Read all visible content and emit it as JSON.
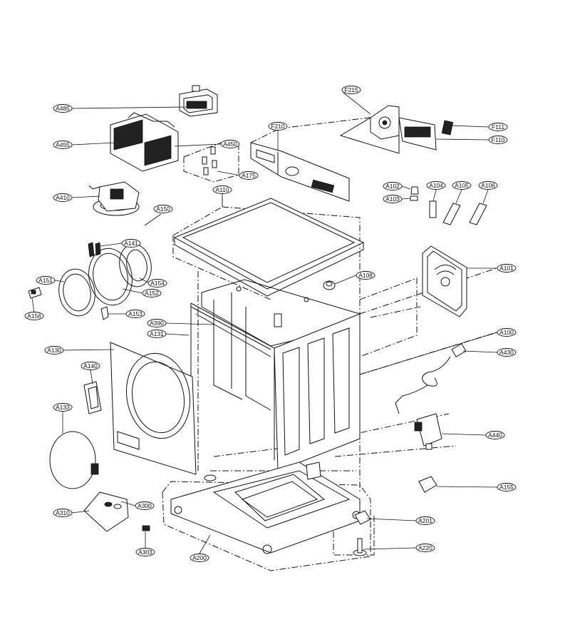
{
  "labels": [
    {
      "id": "A485",
      "text": "A485"
    },
    {
      "id": "A455",
      "text": "A455"
    },
    {
      "id": "A450",
      "text": "A450"
    },
    {
      "id": "A175",
      "text": "A175"
    },
    {
      "id": "A410",
      "text": "A410"
    },
    {
      "id": "A150",
      "text": "A150"
    },
    {
      "id": "A110",
      "text": "A110"
    },
    {
      "id": "A141",
      "text": "A141"
    },
    {
      "id": "A151",
      "text": "A151"
    },
    {
      "id": "A154",
      "text": "A154"
    },
    {
      "id": "A152",
      "text": "A152"
    },
    {
      "id": "A156",
      "text": "A156"
    },
    {
      "id": "A153",
      "text": "A153"
    },
    {
      "id": "A390",
      "text": "A390"
    },
    {
      "id": "A131",
      "text": "A131"
    },
    {
      "id": "A130",
      "text": "A130"
    },
    {
      "id": "A140",
      "text": "A140"
    },
    {
      "id": "A133",
      "text": "A133"
    },
    {
      "id": "A310",
      "text": "A310"
    },
    {
      "id": "A300",
      "text": "A300"
    },
    {
      "id": "A303",
      "text": "A303"
    },
    {
      "id": "A200",
      "text": "A200"
    },
    {
      "id": "F215",
      "text": "F215"
    },
    {
      "id": "F210",
      "text": "F210"
    },
    {
      "id": "F111",
      "text": "F111"
    },
    {
      "id": "F110",
      "text": "F110"
    },
    {
      "id": "A102",
      "text": "A102"
    },
    {
      "id": "A103",
      "text": "A103"
    },
    {
      "id": "A104",
      "text": "A104"
    },
    {
      "id": "A105",
      "text": "A105"
    },
    {
      "id": "A106",
      "text": "A106"
    },
    {
      "id": "A108",
      "text": "A108"
    },
    {
      "id": "A101",
      "text": "A101"
    },
    {
      "id": "A100",
      "text": "A100"
    },
    {
      "id": "A430",
      "text": "A430"
    },
    {
      "id": "A440",
      "text": "A440"
    },
    {
      "id": "A155",
      "text": "A155"
    },
    {
      "id": "A201",
      "text": "A201"
    },
    {
      "id": "A220",
      "text": "A220"
    }
  ]
}
